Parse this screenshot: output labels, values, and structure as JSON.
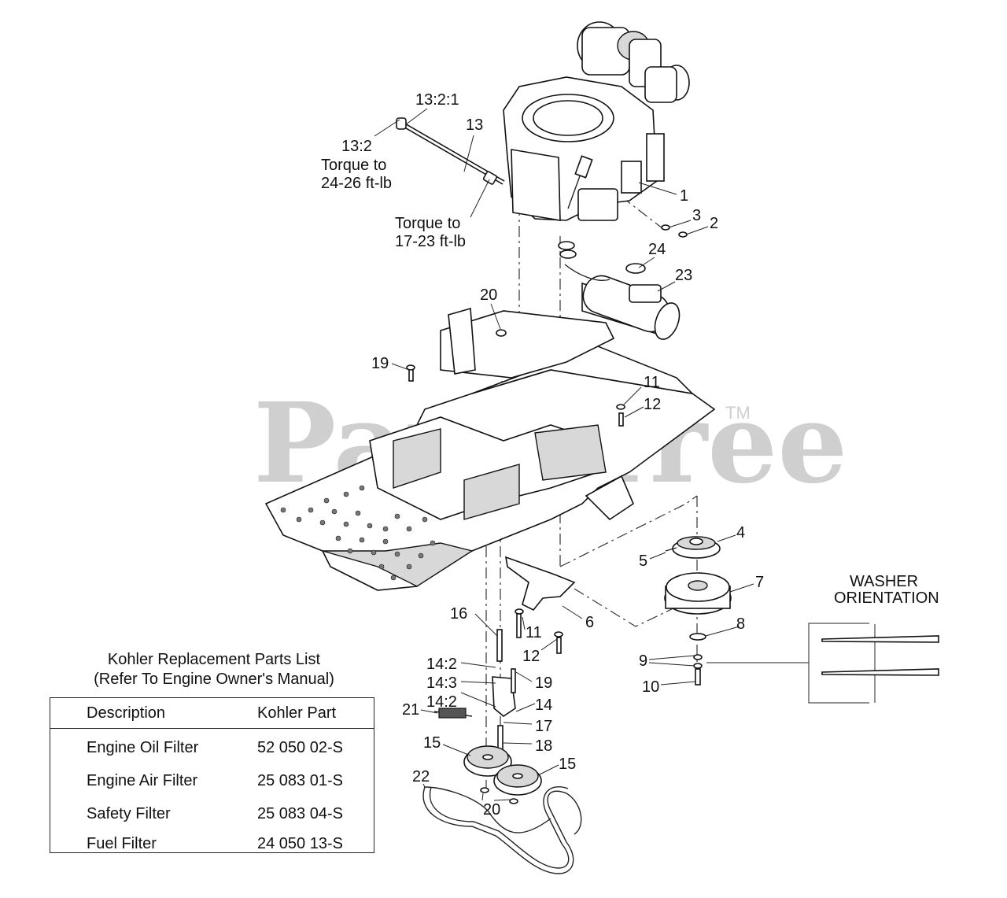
{
  "watermark": {
    "text": "PartsTree",
    "trademark": "TM"
  },
  "notes": {
    "n_13_2_1": "13:2:1",
    "n_13": "13",
    "n_13_2": "13:2",
    "torque1_line1": "Torque to",
    "torque1_line2": "24-26 ft-lb",
    "torque2_line1": "Torque to",
    "torque2_line2": "17-23 ft-lb"
  },
  "callouts": {
    "c1": "1",
    "c2": "2",
    "c3": "3",
    "c4": "4",
    "c5": "5",
    "c6": "6",
    "c7": "7",
    "c8": "8",
    "c9": "9",
    "c10": "10",
    "c11a": "11",
    "c11b": "11",
    "c12a": "12",
    "c12b": "12",
    "c14": "14",
    "c14_2a": "14:2",
    "c14_3": "14:3",
    "c14_2b": "14:2",
    "c15a": "15",
    "c15b": "15",
    "c16": "16",
    "c17": "17",
    "c18": "18",
    "c19a": "19",
    "c19b": "19",
    "c20a": "20",
    "c20b": "20",
    "c21": "21",
    "c22": "22",
    "c23": "23",
    "c24": "24"
  },
  "washer": {
    "line1": "WASHER",
    "line2": "ORIENTATION"
  },
  "parts_list": {
    "title_line1": "Kohler Replacement Parts List",
    "title_line2": "(Refer To Engine Owner's Manual)",
    "headers": {
      "description": "Description",
      "part": "Kohler Part"
    },
    "rows": [
      {
        "description": "Engine Oil Filter",
        "part": "52 050 02-S"
      },
      {
        "description": "Engine Air Filter",
        "part": "25 083 01-S"
      },
      {
        "description": "Safety Filter",
        "part": "25 083 04-S"
      },
      {
        "description": "Fuel Filter",
        "part": "24 050 13-S"
      }
    ]
  }
}
